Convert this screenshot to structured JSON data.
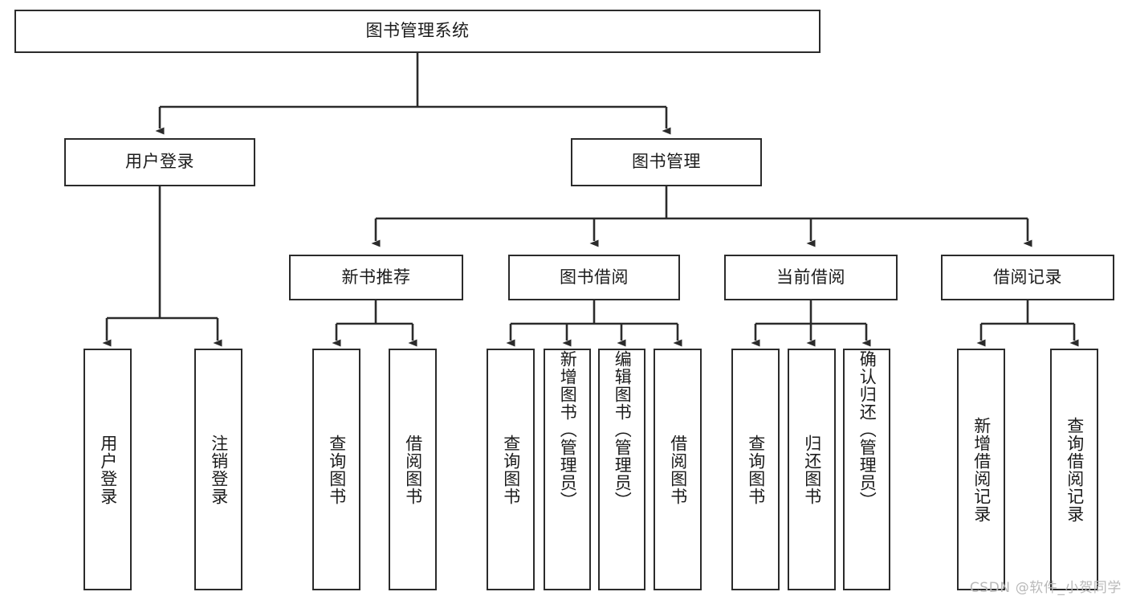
{
  "diagram": {
    "title": "图书管理系统",
    "type": "tree-hierarchy-diagram",
    "root": {
      "label": "图书管理系统"
    },
    "level2": [
      {
        "label": "用户登录"
      },
      {
        "label": "图书管理"
      }
    ],
    "level3": [
      {
        "label": "新书推荐"
      },
      {
        "label": "图书借阅"
      },
      {
        "label": "当前借阅"
      },
      {
        "label": "借阅记录"
      }
    ],
    "leaves": {
      "user_login": [
        {
          "label": "用户登录"
        },
        {
          "label": "注销登录"
        }
      ],
      "new_book_recommend": [
        {
          "label": "查询图书"
        },
        {
          "label": "借阅图书"
        }
      ],
      "book_borrow": [
        {
          "label": "查询图书"
        },
        {
          "label": "新增图书（管理员）"
        },
        {
          "label": "编辑图书（管理员）"
        },
        {
          "label": "借阅图书"
        }
      ],
      "current_borrow": [
        {
          "label": "查询图书"
        },
        {
          "label": "归还图书"
        },
        {
          "label": "确认归还（管理员）"
        }
      ],
      "borrow_record": [
        {
          "label": "新增借阅记录"
        },
        {
          "label": "查询借阅记录"
        }
      ]
    },
    "colors": {
      "stroke": "#2b2b2b",
      "fill": "#ffffff",
      "text": "#1b1b1b",
      "watermark": "#b9b9b9"
    }
  },
  "watermark": {
    "text": "CSDN @软件_小贺同学"
  }
}
